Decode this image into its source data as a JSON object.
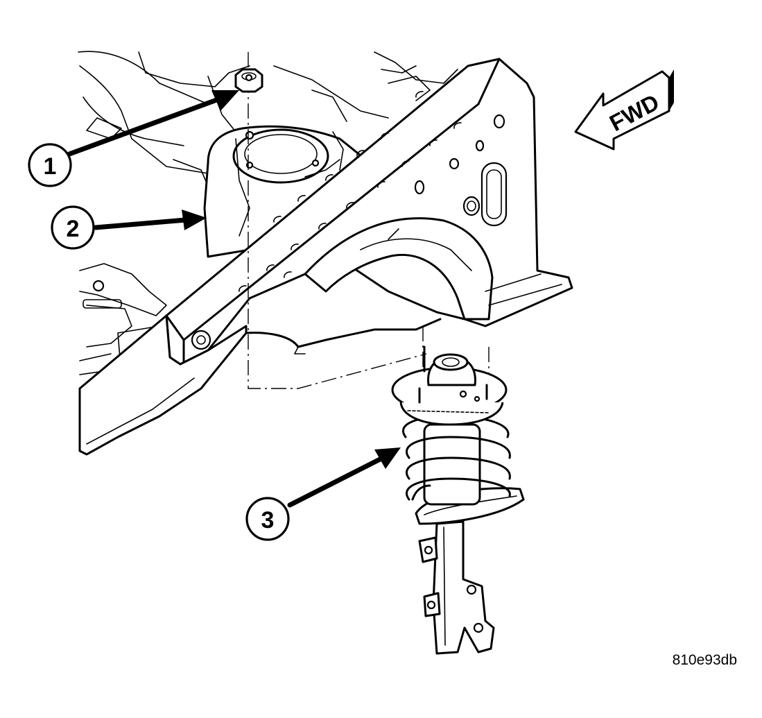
{
  "callouts": [
    {
      "number": "1"
    },
    {
      "number": "2"
    },
    {
      "number": "3"
    }
  ],
  "direction_arrow": {
    "label": "FWD"
  },
  "figure_id": "810e93db",
  "colors": {
    "line": "#000000",
    "background": "#ffffff"
  }
}
